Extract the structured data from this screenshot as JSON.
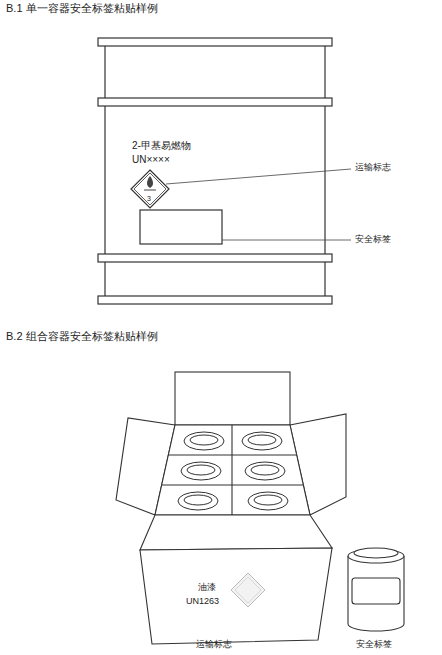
{
  "diagram": {
    "labels": [
      "B.1 单一容器安全标签粘贴样例",
      "2-甲基易燃物",
      "UN××××",
      "3",
      "运输标志",
      "安全标签",
      "B.2 组合容器安全标签粘贴样例",
      "油漆",
      "UN1263",
      "运输标志",
      "安全标签"
    ]
  }
}
